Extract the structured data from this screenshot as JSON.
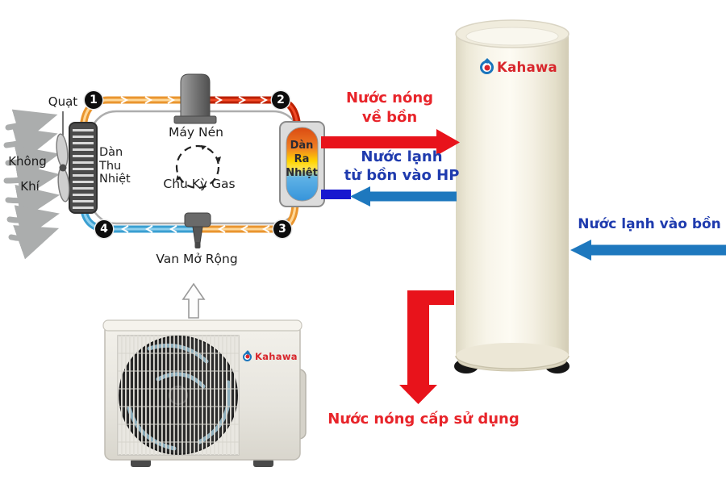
{
  "brand": {
    "name": "Kahawa"
  },
  "diagram": {
    "fan_label": "Quạt",
    "air_line1": "Không",
    "air_line2": "Khí",
    "evaporator_line1": "Dàn",
    "evaporator_line2": "Thu",
    "evaporator_line3": "Nhiệt",
    "compressor_label": "Máy Nén",
    "cycle_label": "Chu Kỳ Gas",
    "condenser_line1": "Dàn",
    "condenser_line2": "Ra",
    "condenser_line3": "Nhiệt",
    "valve_label": "Van Mở Rộng",
    "node1": "1",
    "node2": "2",
    "node3": "3",
    "node4": "4"
  },
  "flows": {
    "hot_to_tank_line1": "Nước nóng",
    "hot_to_tank_line2": "về bồn",
    "cold_to_hp_line1": "Nước lạnh",
    "cold_to_hp_line2": "từ bồn vào HP",
    "cold_to_tank": "Nước lạnh vào bồn",
    "hot_supply": "Nước nóng cấp sử dụng"
  },
  "colors": {
    "hot_arrow": "#e8131b",
    "hot_text": "#e8242a",
    "cold_arrow": "#1e78be",
    "cold_stub": "#1717cf",
    "cold_text": "#1f3bae",
    "pipe_hot": "#bc2000",
    "pipe_warm": "#e9952f",
    "pipe_cold": "#3a9fd1",
    "brand_red": "#d8262c",
    "brand_blue": "#1b75bc"
  }
}
